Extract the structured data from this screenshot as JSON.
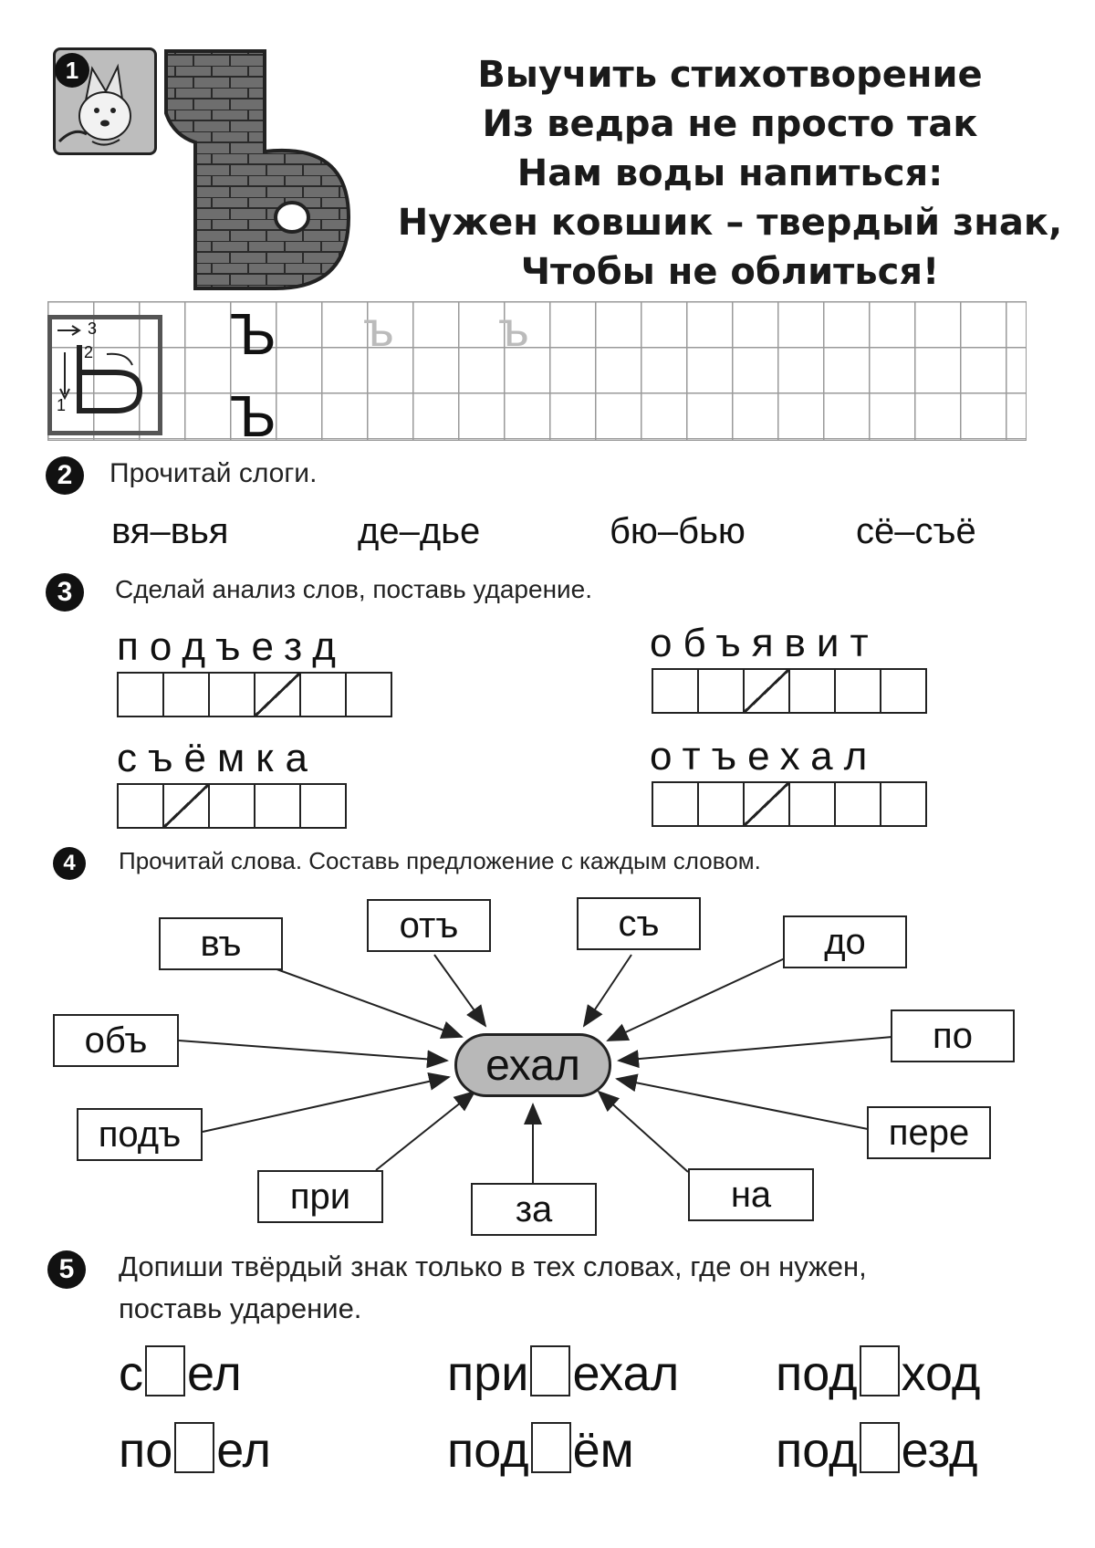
{
  "task1": {
    "number": "1",
    "letter_big": "ъ",
    "poem": [
      "Выучить стихотворение",
      "Из ведра не просто так",
      "Нам воды напиться:",
      "Нужен ковшик – твердый знак,",
      "Чтобы не облиться!"
    ],
    "stroke_numbers": [
      "3",
      "2",
      "1"
    ],
    "copy_letter": "Ъ",
    "copy_letter_small": "ъ"
  },
  "task2": {
    "number": "2",
    "instruction": "Прочитай слоги.",
    "syllables": [
      "вя–вья",
      "де–дье",
      "бю–бью",
      "сё–съё"
    ]
  },
  "task3": {
    "number": "3",
    "instruction": "Сделай анализ слов, поставь ударение.",
    "words": [
      {
        "text": "подъезд",
        "cells": 6,
        "hard_sign_index": 3
      },
      {
        "text": "объявит",
        "cells": 6,
        "hard_sign_index": 2
      },
      {
        "text": "съёмка",
        "cells": 5,
        "hard_sign_index": 1
      },
      {
        "text": "отъехал",
        "cells": 6,
        "hard_sign_index": 2
      }
    ]
  },
  "task4": {
    "number": "4",
    "instruction": "Прочитай слова. Составь предложение с каждым словом.",
    "center": "ехал",
    "prefixes": [
      "въ",
      "отъ",
      "съ",
      "до",
      "объ",
      "по",
      "подъ",
      "пере",
      "при",
      "за",
      "на"
    ]
  },
  "task5": {
    "number": "5",
    "instruction_line1": "Допиши твёрдый знак только в тех словах, где он нужен,",
    "instruction_line2": "поставь ударение.",
    "words": [
      {
        "before": "с",
        "after": "ел"
      },
      {
        "before": "при",
        "after": "ехал"
      },
      {
        "before": "под",
        "after": "ход"
      },
      {
        "before": "по",
        "after": "ел"
      },
      {
        "before": "под",
        "after": "ём"
      },
      {
        "before": "под",
        "after": "езд"
      }
    ]
  }
}
